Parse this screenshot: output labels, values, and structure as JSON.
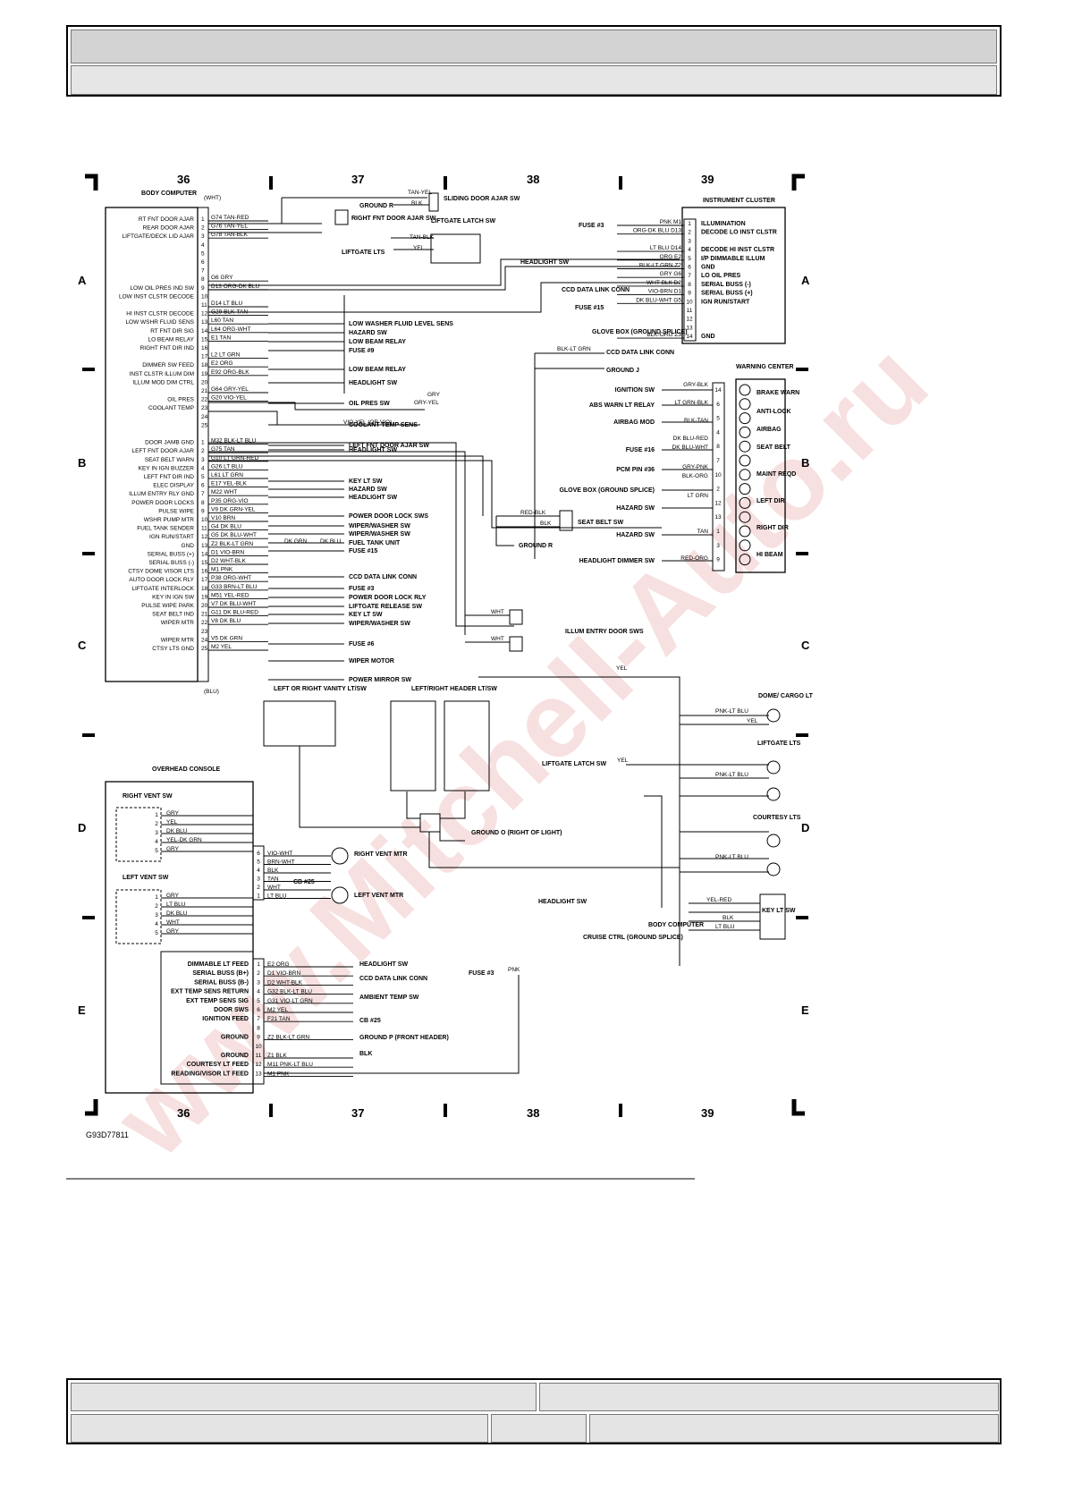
{
  "figure_id": "G93D77811",
  "grid": {
    "columns": [
      "36",
      "37",
      "38",
      "39"
    ],
    "rows": [
      "A",
      "B",
      "C",
      "D",
      "E"
    ]
  },
  "watermark": "www.Mitchell-Auto.ru",
  "body_computer": {
    "title": "BODY COMPUTER",
    "connector_top": "(WHT)",
    "connector_bottom": "(BLU)",
    "labels1": [
      "RT FNT DOOR AJAR",
      "REAR DOOR AJAR",
      "LIFTGATE/DECK LID AJAR",
      "",
      "",
      "",
      "",
      "",
      "LOW OIL PRES IND SW",
      "LOW INST CLSTR DECODE",
      "",
      "HI INST CLSTR DECODE",
      "LOW WSHR FLUID SENS",
      "RT FNT DIR SIG",
      "LO BEAM RELAY",
      "RIGHT FNT DIR IND",
      "",
      "DIMMER SW FEED",
      "INST CLSTR ILLUM DIM",
      "ILLUM MOD DIM CTRL",
      "",
      "OIL PRES",
      "COOLANT TEMP",
      "",
      ""
    ],
    "wires1": [
      "G74 TAN-RED",
      "G76 TAN-YEL",
      "G78 TAN-BLK",
      "",
      "",
      "",
      "",
      "G6 GRY",
      "D13 ORG-DK BLU",
      "",
      "D14 LT BLU",
      "G29 BLK-TAN",
      "L60 TAN",
      "L64 ORG-WHT",
      "E1 TAN",
      "",
      "L2 LT GRN",
      "E2 ORG",
      "E92 ORG-BLK",
      "",
      "G64 GRY-YEL",
      "G20 VIO-YEL",
      "",
      "",
      ""
    ],
    "labels2": [
      "DOOR JAMB GND",
      "LEFT FNT DOOR AJAR",
      "SEAT BELT WARN",
      "KEY IN IGN BUZZER",
      "LEFT FNT DIR IND",
      "ELEC DISPLAY",
      "ILLUM ENTRY RLY GND",
      "POWER DOOR LOCKS",
      "PULSE WIPE",
      "WSHR PUMP MTR",
      "FUEL TANK SENDER",
      "IGN RUN/START",
      "GND",
      "SERIAL BUSS (+)",
      "SERIAL BUSS (-)",
      "CTSY DOME VISOR LTS",
      "AUTO DOOR LOCK RLY",
      "LIFTGATE INTERLOCK",
      "KEY IN IGN SW",
      "PULSE WIPE PARK",
      "SEAT BELT IND",
      "WIPER MTR",
      "",
      "WIPER MTR",
      "CTSY LTS GND"
    ],
    "wires2": [
      "M32 BLK-LT BLU",
      "G75 TAN",
      "G10 LT GRN-RED",
      "G26 LT BLU",
      "L61 LT GRN",
      "E17 YEL-BLK",
      "M22 WHT",
      "P35 ORG-VIO",
      "V9 DK GRN-YEL",
      "V10 BRN",
      "G4 DK BLU",
      "G5 DK BLU-WHT",
      "Z2 BLK-LT GRN",
      "D1 VIO-BRN",
      "D2 WHT-BLK",
      "M1 PNK",
      "P38 ORG-WHT",
      "G33 BRN-LT BLU",
      "M51 YEL-RED",
      "V7 DK BLU-WHT",
      "G11 DK BLU-RED",
      "V8 DK BLU",
      "",
      "V5 DK GRN",
      "M2 YEL"
    ]
  },
  "left_destinations": [
    "LOW WASHER FLUID LEVEL SENS",
    "HAZARD SW",
    "LOW BEAM RELAY",
    "FUSE #9",
    "LOW BEAM RELAY",
    "HEADLIGHT SW",
    "OIL PRES SW",
    "COOLANT TEMP SENS",
    "HEADLIGHT SW",
    "LEFT FNT DOOR AJAR SW",
    "KEY LT SW",
    "HAZARD SW",
    "HEADLIGHT SW",
    "POWER DOOR LOCK SWS",
    "WIPER/WASHER SW",
    "WIPER/WASHER SW",
    "FUEL TANK UNIT",
    "FUSE #15",
    "CCD DATA LINK CONN",
    "FUSE #3",
    "POWER DOOR LOCK RLY",
    "LIFTGATE RELEASE SW",
    "KEY LT SW",
    "WIPER/WASHER SW",
    "FUSE #6",
    "WIPER MOTOR",
    "POWER MIRROR SW"
  ],
  "top_components": [
    "RIGHT FNT DOOR AJAR SW",
    "GROUND R",
    "SLIDING DOOR AJAR SW",
    "LIFTGATE LATCH SW",
    "LIFTGATE LTS",
    "TAN-YEL",
    "BLK",
    "TAN-BLK",
    "YEL",
    "VIO-YEL (OR VIO)",
    "GRY",
    "GRY-YEL",
    "DK GRN",
    "DK BLU"
  ],
  "instrument_cluster": {
    "title": "INSTRUMENT CLUSTER",
    "pins": [
      "1",
      "2",
      "3",
      "4",
      "5",
      "6",
      "7",
      "8",
      "9",
      "10",
      "11",
      "12",
      "13",
      "14"
    ],
    "labels": [
      "ILLUMINATION",
      "DECODE LO INST CLSTR",
      "",
      "DECODE HI INST CLSTR",
      "I/P DIMMABLE ILLUM",
      "GND",
      "LO OIL PRES",
      "SERIAL BUSS (-)",
      "SERIAL BUSS (+)",
      "IGN RUN/START",
      "",
      "",
      "",
      "GND"
    ],
    "wires": [
      "PNK M1",
      "ORG-DK BLU D13",
      "",
      "LT BLU D14",
      "ORG E2",
      "BLK-LT GRN Z2",
      "GRY G6",
      "WHT-BLK D2",
      "VIO-BRN D1",
      "DK BLU-WHT G5",
      "",
      "",
      "",
      "BLK-ORG Z3"
    ],
    "feeds": [
      "FUSE #3",
      "HEADLIGHT SW",
      "CCD DATA LINK CONN",
      "FUSE #15",
      "GLOVE BOX (GROUND SPLICE)",
      "CCD DATA LINK CONN",
      "GROUND J",
      "BLK-LT GRN"
    ]
  },
  "warning_center": {
    "title": "WARNING CENTER",
    "pins": [
      "14",
      "6",
      "5",
      "4",
      "8",
      "7",
      "10",
      "2",
      "12",
      "13",
      "1",
      "3",
      "9"
    ],
    "sources": [
      "IGNITION SW",
      "ABS WARN LT RELAY",
      "AIRBAG MOD",
      "FUSE #16",
      "PCM PIN #36",
      "GLOVE BOX (GROUND SPLICE)",
      "HAZARD SW",
      "HAZARD SW",
      "HEADLIGHT DIMMER SW"
    ],
    "wires": [
      "GRY-BLK",
      "LT GRN-BLK",
      "BLK-TAN",
      "DK BLU-RED",
      "DK BLU-WHT",
      "GRY-PNK",
      "BLK-ORG",
      "LT GRN",
      "TAN",
      "RED-ORG"
    ],
    "lamps": [
      "BRAKE WARN",
      "ANTI-LOCK",
      "AIRBAG",
      "SEAT BELT",
      "MAINT REQD",
      "LEFT DIR",
      "RIGHT DIR",
      "HI BEAM"
    ]
  },
  "mid_components": [
    "SEAT BELT SW",
    "GROUND R",
    "RED-BLK",
    "BLK",
    "ILLUM ENTRY DOOR SWS",
    "WHT",
    "YEL"
  ],
  "overhead": {
    "title": "OVERHEAD CONSOLE",
    "vanity": "LEFT OR RIGHT VANITY LT/SW",
    "header": "LEFT/RIGHT HEADER LT/SW",
    "ground": "GROUND O (RIGHT OF LIGHT)",
    "right_vent": "RIGHT VENT SW",
    "left_vent": "LEFT VENT SW",
    "right_motor": "RIGHT VENT MTR",
    "left_motor": "LEFT VENT MTR",
    "vent_wires_r": [
      "GRY",
      "YEL",
      "DK BLU",
      "YEL-DK GRN",
      "GRY"
    ],
    "vent_wires_l": [
      "GRY",
      "LT BLU",
      "DK BLU",
      "WHT",
      "GRY"
    ],
    "motor_pins": [
      "6",
      "5",
      "4",
      "3",
      "2",
      "1"
    ],
    "motor_wires": [
      "VIO-WHT",
      "BRN-WHT",
      "BLK",
      "TAN",
      "WHT",
      "LT BLU"
    ],
    "cb": "CB #25",
    "feed_labels": [
      "DIMMABLE LT FEED",
      "SERIAL BUSS (B+)",
      "SERIAL BUSS (B-)",
      "EXT TEMP SENS RETURN",
      "EXT TEMP SENS SIG",
      "DOOR SWS",
      "IGNITION FEED",
      "",
      "GROUND",
      "",
      "GROUND",
      "COURTESY LT FEED",
      "READING/VISOR LT FEED"
    ],
    "feed_wires": [
      "E2 ORG",
      "D1 VIO-BRN",
      "D2 WHT-BLK",
      "G32 BLK-LT BLU",
      "G31 VIO-LT GRN",
      "M2 YEL",
      "F21 TAN",
      "",
      "Z2 BLK-LT GRN",
      "",
      "Z1 BLK",
      "M11 PNK-LT BLU",
      "M1 PNK"
    ],
    "feed_dest": [
      "HEADLIGHT SW",
      "CCD DATA LINK CONN",
      "AMBIENT TEMP SW",
      "CB #25",
      "GROUND P (FRONT HEADER)",
      "BLK"
    ]
  },
  "right_lower": {
    "dome": "DOME/ CARGO LT",
    "liftgate_lts": "LIFTGATE LTS",
    "courtesy_lts": "COURTESY LTS",
    "liftgate_latch": "LIFTGATE LATCH SW",
    "headlight_sw": "HEADLIGHT SW",
    "fuse3": "FUSE #3",
    "body_computer": "BODY COMPUTER",
    "cruise": "CRUISE CTRL (GROUND SPLICE)",
    "key_lt": "KEY LT SW",
    "wires": [
      "PNK-LT BLU",
      "YEL",
      "PNK",
      "YEL-RED",
      "BLK",
      "LT BLU"
    ]
  }
}
